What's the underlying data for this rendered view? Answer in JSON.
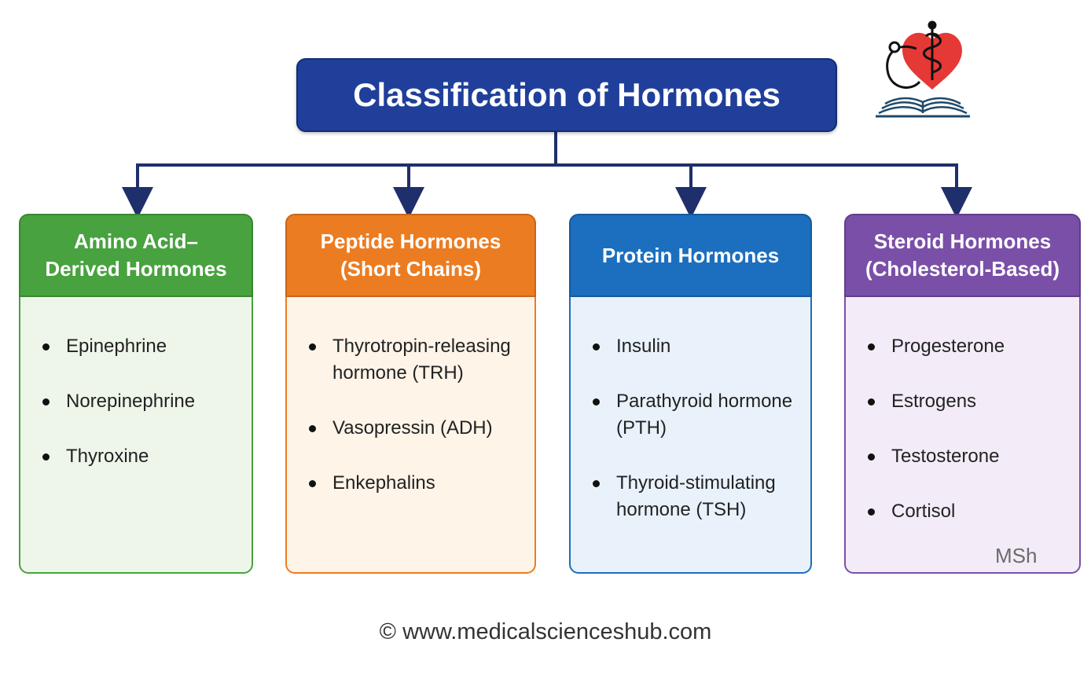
{
  "title": "Classification of Hormones",
  "categories": [
    {
      "header": "Amino Acid–\nDerived Hormones",
      "items": [
        "Epinephrine",
        "Norepinephrine",
        "Thyroxine"
      ]
    },
    {
      "header": "Peptide Hormones\n(Short Chains)",
      "items": [
        "Thyrotropin-releasing hormone (TRH)",
        "Vasopressin (ADH)",
        "Enkephalins"
      ]
    },
    {
      "header": "Protein Hormones",
      "items": [
        "Insulin",
        "Parathyroid hormone (PTH)",
        "Thyroid-stimulating hormone (TSH)"
      ]
    },
    {
      "header": "Steroid Hormones\n(Cholesterol-Based)",
      "items": [
        "Progesterone",
        "Estrogens",
        "Testosterone",
        "Cortisol"
      ]
    }
  ],
  "signature": "MSh",
  "footer": "© www.medicalscienceshub.com",
  "colors": {
    "title": "#1f3f9a",
    "amino": "#48a23f",
    "peptide": "#ec7c21",
    "protein": "#1c6fbe",
    "steroid": "#7a4fa8",
    "connector": "#1f2f6b"
  },
  "logo_icons": [
    "heart-icon",
    "stethoscope-icon",
    "caduceus-icon",
    "open-book-icon"
  ]
}
